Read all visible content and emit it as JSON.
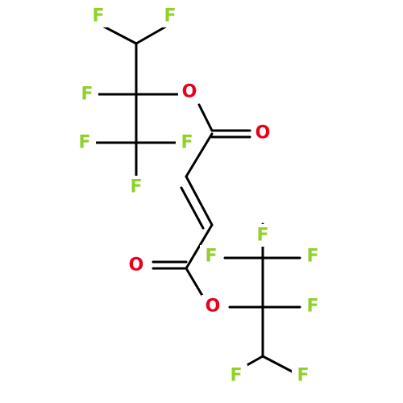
{
  "colors": {
    "bond": "#000000",
    "fluorine": "#8fd12a",
    "oxygen": "#e8001c",
    "background": "#ffffff"
  },
  "atoms": [
    {
      "id": "F1",
      "element": "F"
    },
    {
      "id": "F2",
      "element": "F"
    },
    {
      "id": "F3",
      "element": "F"
    },
    {
      "id": "O1",
      "element": "O"
    },
    {
      "id": "F4",
      "element": "F"
    },
    {
      "id": "F5",
      "element": "F"
    },
    {
      "id": "O2",
      "element": "O"
    },
    {
      "id": "F6",
      "element": "F"
    },
    {
      "id": "F7",
      "element": "F"
    },
    {
      "id": "F8",
      "element": "F"
    },
    {
      "id": "O3",
      "element": "O"
    },
    {
      "id": "F9",
      "element": "F"
    },
    {
      "id": "O4",
      "element": "O"
    },
    {
      "id": "F10",
      "element": "F"
    },
    {
      "id": "F11",
      "element": "F"
    },
    {
      "id": "F12",
      "element": "F"
    }
  ]
}
